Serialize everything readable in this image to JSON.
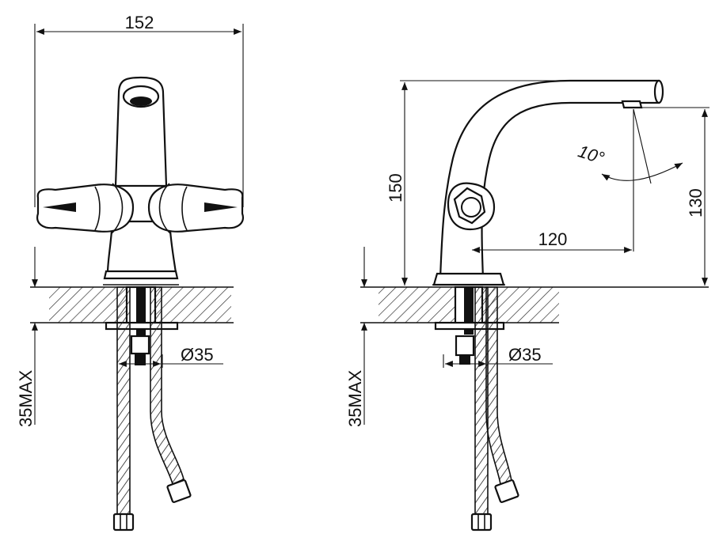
{
  "front_view": {
    "width_dim": "152",
    "hole_dim": "Ø35",
    "thickness_dim": "35MAX"
  },
  "side_view": {
    "height_dim": "150",
    "outlet_height_dim": "130",
    "reach_dim": "120",
    "angle_dim": "10°",
    "hole_dim": "Ø35",
    "thickness_dim": "35MAX"
  }
}
